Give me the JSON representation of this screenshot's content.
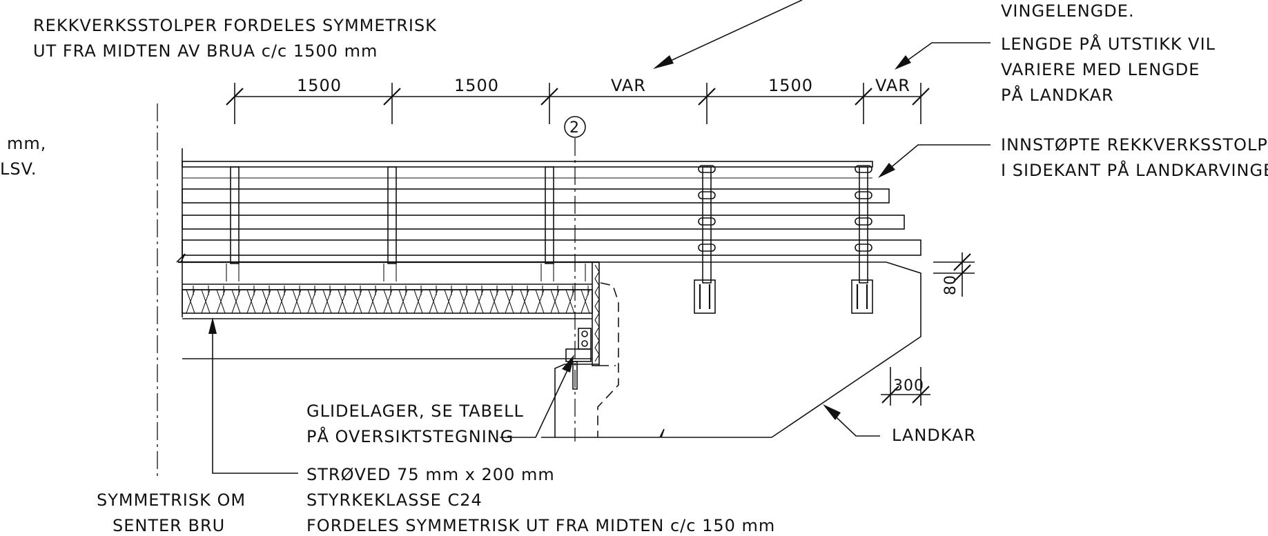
{
  "notes": {
    "post_spacing_line1": "REKKVERKSSTOLPER FORDELES SYMMETRISK",
    "post_spacing_line2": "UT FRA MIDTEN AV BRUA c/c 1500 mm",
    "cut_left_line1": "mm,",
    "cut_left_line2": "LSV.",
    "vinge_top": "VINGELENGDE.",
    "overhang_line1": "LENGDE PÅ UTSTIKK VIL",
    "overhang_line2": "VARIERE MED LENGDE",
    "overhang_line3": "PÅ LANDKAR",
    "cast_posts_line1": "INNSTØPTE REKKVERKSSTOLPER",
    "cast_posts_line2": "I SIDEKANT PÅ LANDKARVINGER",
    "bearing_line1": "GLIDELAGER, SE TABELL",
    "bearing_line2": "PÅ OVERSIKTSTEGNING",
    "abutment": "LANDKAR",
    "symmetry_line1": "SYMMETRISK OM",
    "symmetry_line2": "SENTER BRU",
    "deck_line1": "STRØVED 75 mm x 200 mm",
    "deck_line2": "STYRKEKLASSE C24",
    "deck_line3": "FORDELES SYMMETRISK UT FRA MIDTEN c/c 150 mm"
  },
  "dimensions": {
    "d1": "1500",
    "d2": "1500",
    "d3": "VAR",
    "d4": "1500",
    "d5": "VAR",
    "d_vertical": "80",
    "d_width": "300"
  },
  "markers": {
    "section_number": "2"
  }
}
